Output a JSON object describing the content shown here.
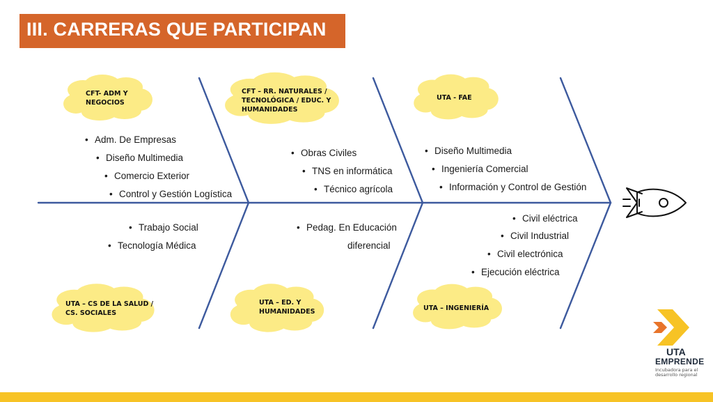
{
  "title": "III. CARRERAS QUE PARTICIPAN",
  "top_clouds": [
    {
      "label": "CFT- ADM Y\nNEGOCIOS"
    },
    {
      "label": "CFT – RR. NATURALES /\nTECNOLÓGICA / EDUC. Y\nHUMANIDADES"
    },
    {
      "label": "UTA - FAE"
    }
  ],
  "bottom_clouds": [
    {
      "label": "UTA – CS DE LA SALUD /\nCS. SOCIALES"
    },
    {
      "label": "UTA – ED. Y\nHUMANIDADES"
    },
    {
      "label": "UTA – INGENIERÍA"
    }
  ],
  "top_lists": [
    [
      "Adm. De Empresas",
      "Diseño Multimedia",
      "Comercio Exterior",
      "Control y Gestión Logística"
    ],
    [
      "Obras Civiles",
      "TNS en informática",
      "Técnico agrícola"
    ],
    [
      "Diseño Multimedia",
      "Ingeniería Comercial",
      "Información y Control de Gestión"
    ]
  ],
  "bottom_lists": [
    [
      "Trabajo Social",
      "Tecnología Médica"
    ],
    [
      "Pedag. En Educación",
      "diferencial"
    ],
    [
      "Civil eléctrica",
      "Civil Industrial",
      "Civil electrónica",
      "Ejecución eléctrica"
    ]
  ],
  "logo": {
    "name_line1": "UTA",
    "name_line2": "EMPRENDE",
    "tagline": "Incubadora para el desarrollo regional"
  },
  "icons": {
    "goal": "rocket-icon",
    "logo": "uta-emprende-logo-icon"
  },
  "colors": {
    "title_bg": "#D5652A",
    "cloud": "#FCEB86",
    "spine": "#3D5A9E",
    "stripe": "#F7C325",
    "logo_yellow": "#F7C325",
    "logo_orange": "#E8742A"
  }
}
